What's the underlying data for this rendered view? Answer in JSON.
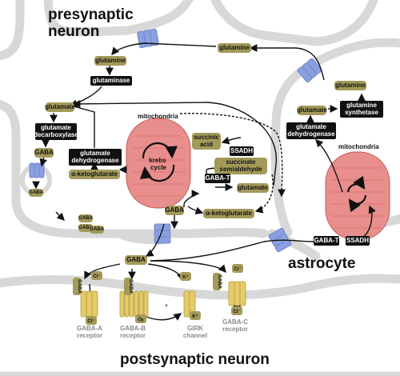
{
  "regions": {
    "presynaptic": "presynaptic\nneuron",
    "postsynaptic": "postsynaptic neuron",
    "astrocyte": "astrocyte"
  },
  "mitochondria": {
    "neuron_label": "mitochondria",
    "astrocyte_label": "mitochondria",
    "cycle_label": "krebs\ncycle"
  },
  "nodes": {
    "glutamine_top": "glutamine",
    "glutamine_pre": "glutamine",
    "glutaminase": "glutaminase",
    "glutamate_pre": "glutamate",
    "glutamate_decarboxylase": "glutamate\ndecarboxylase",
    "gaba_pre": "GABA",
    "gaba_vesicle": "GABA",
    "gaba_vesicle_out": "GABA",
    "gaba_cleft_1": "GABA",
    "gaba_cleft_2": "GABA",
    "glutamate_dehydrogenase_pre": "glutamate\ndehydrogenase",
    "alpha_kg_pre": "α-ketoglutarate",
    "succinic_acid": "succinic\nacid",
    "ssadh_pre": "SSADH",
    "succinate_semialdehyde": "succinate\nsemialdehyde",
    "gaba_t_pre": "GABA-T",
    "glutamate_mid": "glutamate",
    "gaba_mid": "GABA",
    "alpha_kg_mid": "α-ketoglutarate",
    "gaba_main": "GABA",
    "glutamine_astro": "glutamine",
    "glutamine_synthetase": "glutamine\nsynthetase",
    "glutamate_astro": "glutamate",
    "glutamate_dehydrogenase_astro": "glutamate\ndehydrogenase",
    "gaba_t_astro": "GABA-T",
    "ssadh_astro": "SSADH"
  },
  "receptors": {
    "gaba_a": "GABA-A\nreceptor",
    "gaba_b": "GABA-B\nreceptor",
    "girk": "GIRK\nchannel",
    "gaba_c": "GABA-C\nreceptor"
  },
  "ions": {
    "cl_a_top": "Cl⁻",
    "cl_a_bottom": "Cl⁻",
    "k_top": "K⁺",
    "k_bottom": "K⁺",
    "cl_c_top": "Cl⁻",
    "cl_c_bottom": "Cl⁻",
    "g_protein": "Gᵦ",
    "gaba_on_a": "GABA",
    "gaba_on_b": "GABA",
    "gaba_on_c": "GABA",
    "plus_sign": "+"
  },
  "colors": {
    "olive": "#a39a5a",
    "black_box": "#111111",
    "mito_fill": "#e88e8c",
    "mito_stroke": "#c25a58",
    "membrane": "#d8d8d8",
    "transporter": "#8aa0e0",
    "receptor": "#e6cb6a"
  }
}
